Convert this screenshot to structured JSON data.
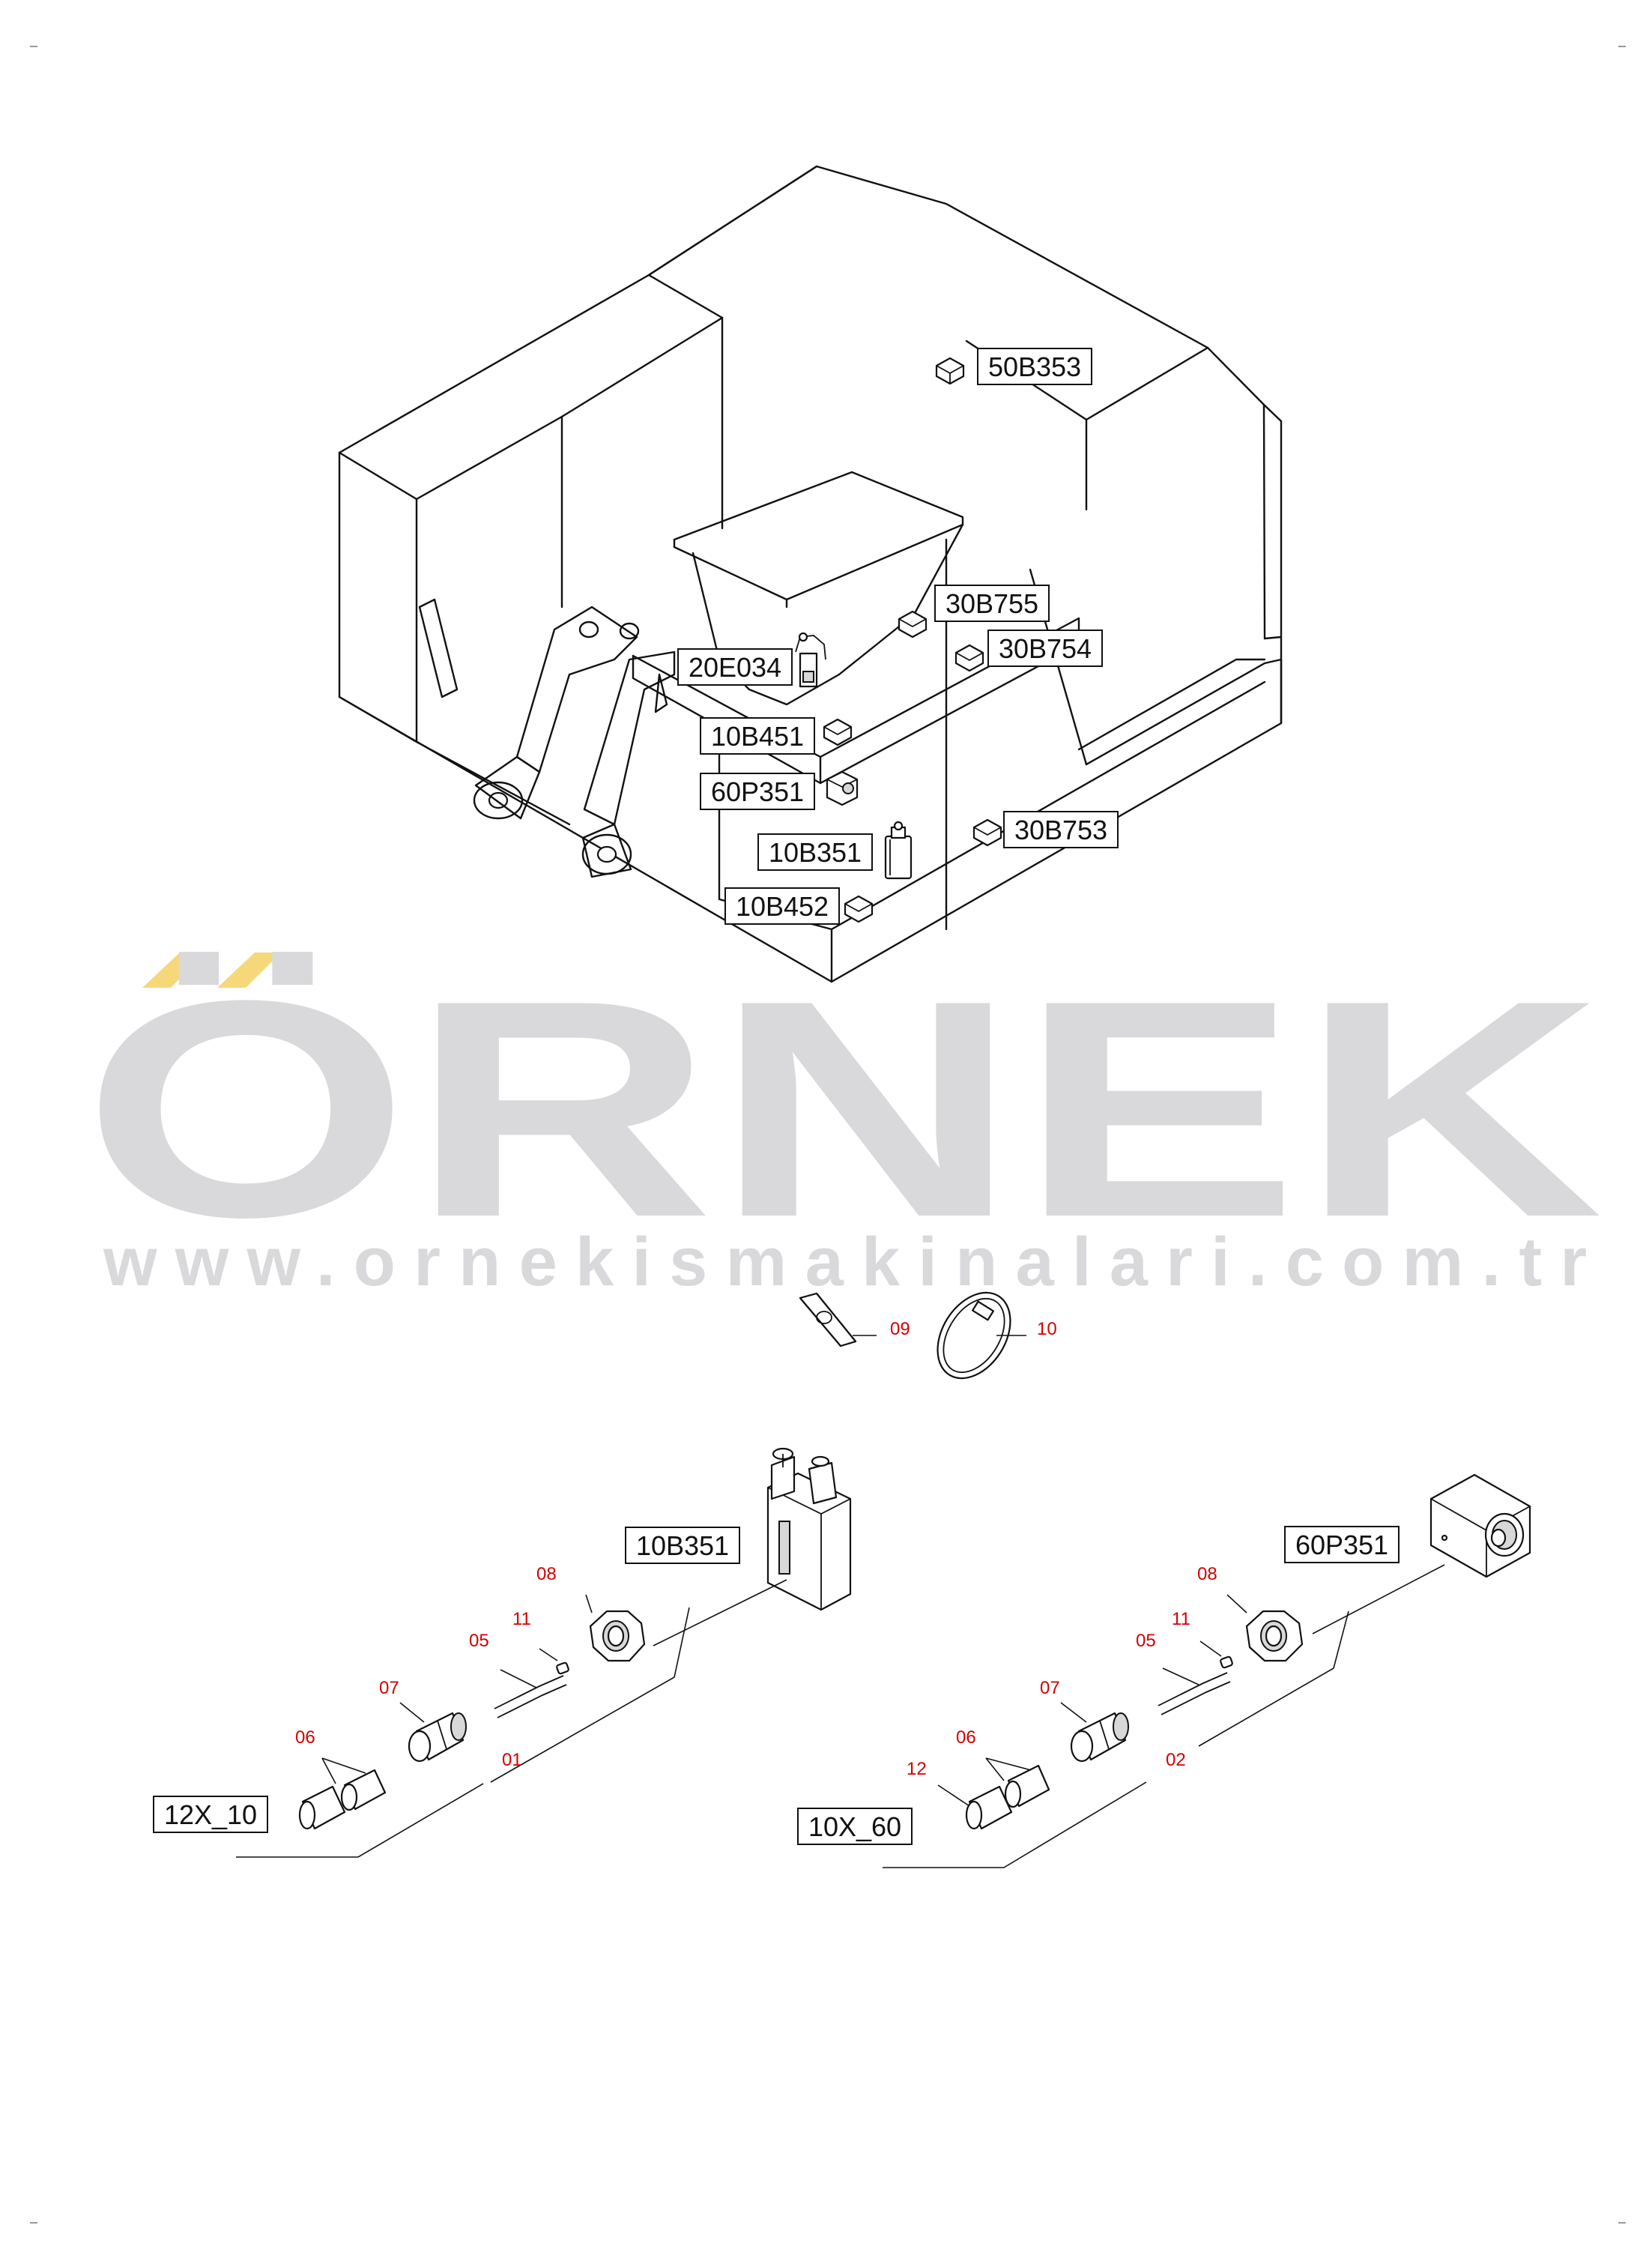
{
  "watermark": {
    "brand": "ÖRNEK",
    "url": "www.ornekismakinalari.com.tr",
    "accent_color": "#f6d77a",
    "text_color": "#d9d9db"
  },
  "assembly_labels": {
    "l_50B353": "50B353",
    "l_30B755": "30B755",
    "l_30B754": "30B754",
    "l_20E034": "20E034",
    "l_10B451": "10B451",
    "l_60P351": "60P351",
    "l_10B351": "10B351",
    "l_30B753": "30B753",
    "l_10B452": "10B452"
  },
  "misc_parts": {
    "p09": "09",
    "p10": "10"
  },
  "kit_left": {
    "device": "10B351",
    "connector": "12X_10",
    "p08": "08",
    "p11": "11",
    "p05": "05",
    "p07": "07",
    "p06": "06",
    "p01": "01"
  },
  "kit_right": {
    "device": "60P351",
    "connector": "10X_60",
    "p08": "08",
    "p11": "11",
    "p05": "05",
    "p07": "07",
    "p06": "06",
    "p12": "12",
    "p02": "02"
  }
}
